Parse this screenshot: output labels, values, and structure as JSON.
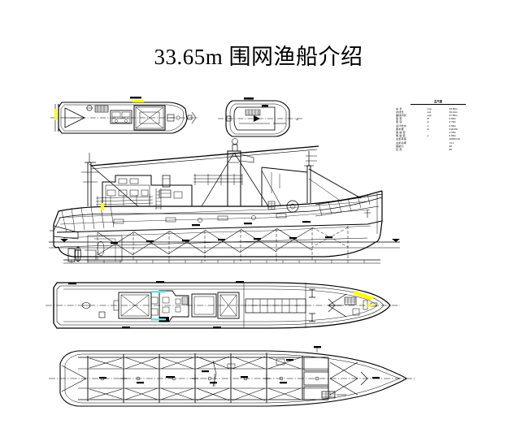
{
  "slide": {
    "title": "33.65m 围网渔船介绍",
    "background": "#ffffff"
  },
  "drawing": {
    "name": "general-arrangement-drawing",
    "line_color": "#000000",
    "highlight_yellow": "#ffff00",
    "highlight_cyan": "#66e0e6",
    "views": [
      {
        "id": "upper-deck-plan",
        "label": ""
      },
      {
        "id": "wheelhouse-plan",
        "label": ""
      },
      {
        "id": "profile-elevation",
        "label": ""
      },
      {
        "id": "main-deck-plan",
        "label": ""
      },
      {
        "id": "hold-plan",
        "label": ""
      }
    ]
  },
  "spec": {
    "header": "主尺度",
    "rows": [
      {
        "label": "总 长",
        "symbol": "Loa",
        "value": "33.65m"
      },
      {
        "label": "水线长",
        "symbol": "Lwl",
        "value": "30.41m"
      },
      {
        "label": "垂线间长",
        "symbol": "Lpp",
        "value": "27.65m"
      },
      {
        "label": "型 宽",
        "symbol": "B",
        "value": "5.80m"
      },
      {
        "label": "型 深",
        "symbol": "D",
        "value": "3.70m"
      },
      {
        "label": "设计吃水",
        "symbol": "d",
        "value": "2.50m"
      },
      {
        "label": "排水量",
        "symbol": "Δ",
        "value": "218.39t"
      },
      {
        "label": "首 舷 弧",
        "symbol": "",
        "value": "1.00m"
      },
      {
        "label": "尾 舷 弧",
        "symbol": "e",
        "value": "0.50m"
      },
      {
        "label": "主机转速",
        "symbol": "",
        "value": "1000r/min"
      },
      {
        "label": "主机功率",
        "symbol": "",
        "value": "74.1"
      },
      {
        "label": "续航力",
        "symbol": "",
        "value": "40"
      },
      {
        "label": "定 员",
        "symbol": "",
        "value": "80"
      }
    ]
  }
}
